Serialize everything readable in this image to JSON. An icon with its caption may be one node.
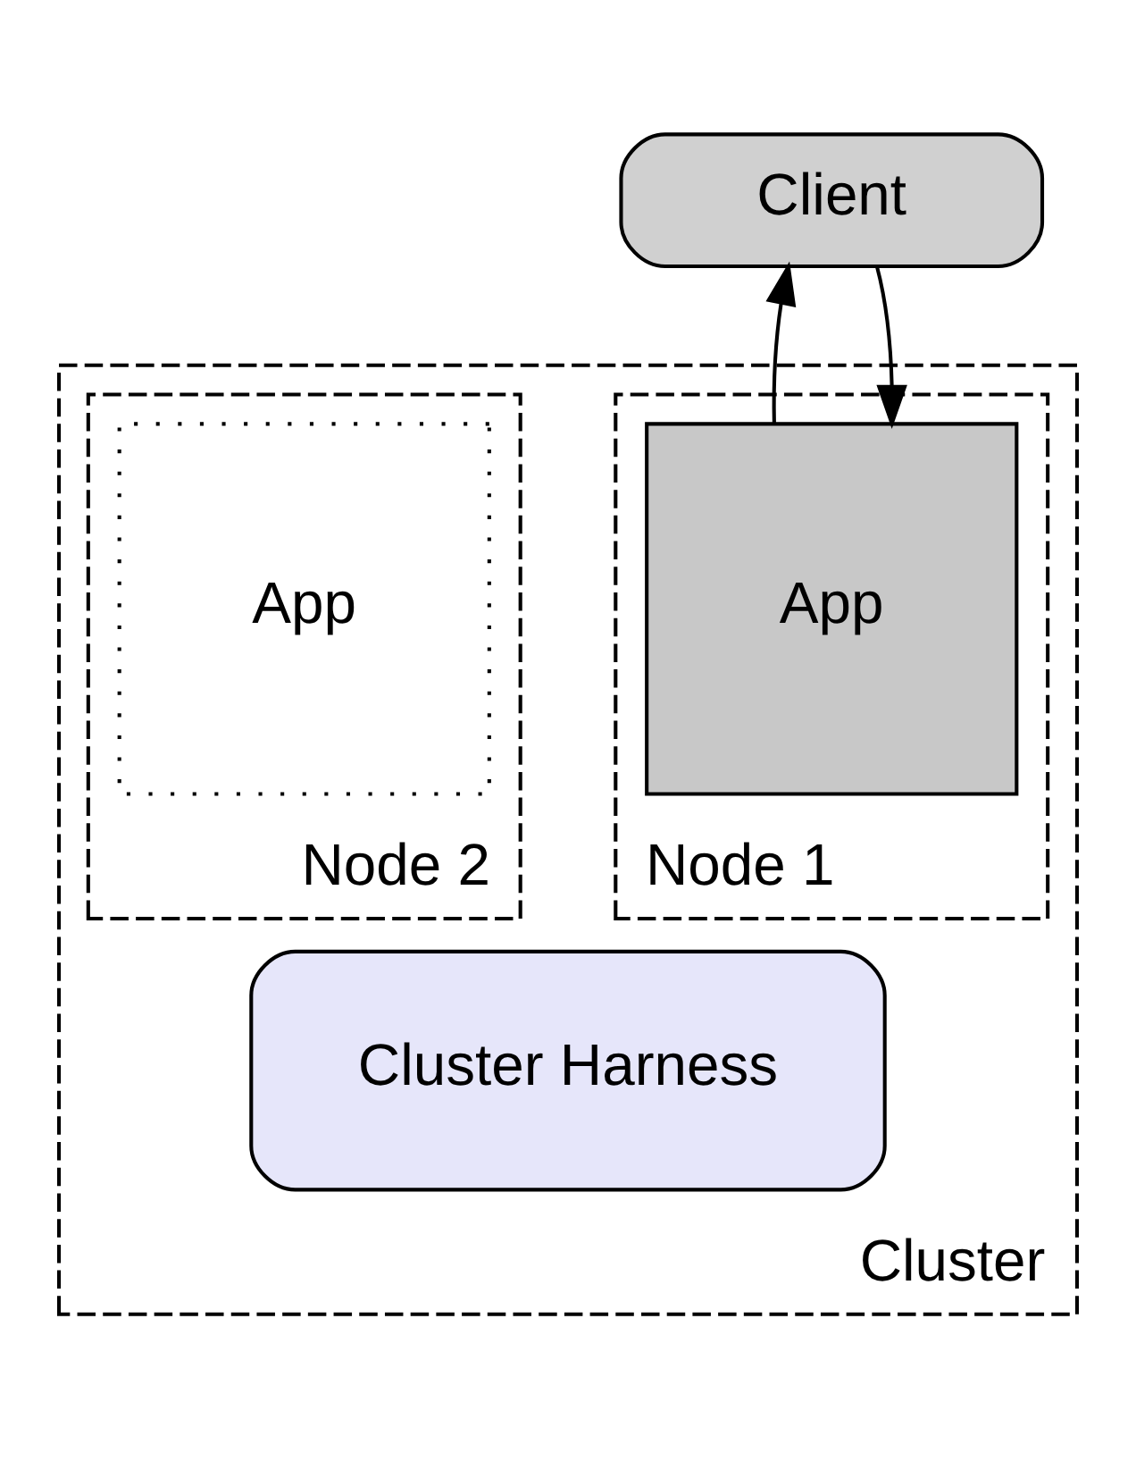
{
  "diagram": {
    "nodes": [
      {
        "text": [
          "Client"
        ]
      },
      {
        "text": [
          "Cluster"
        ]
      },
      {
        "text": [
          "Node 1"
        ],
        "in": 1
      },
      {
        "text": [
          "App"
        ],
        "in": 2
      },
      {
        "text": [
          "Node 2"
        ],
        "in": 1
      },
      {
        "text": [
          "App"
        ],
        "in": 4
      },
      {
        "text": [
          "Cluster Harness"
        ],
        "in": 1
      }
    ],
    "edges": [
      {
        "from": 3,
        "to": 0,
        "arrow": "to"
      },
      {
        "from": 0,
        "to": 3,
        "arrow": "to"
      }
    ]
  }
}
